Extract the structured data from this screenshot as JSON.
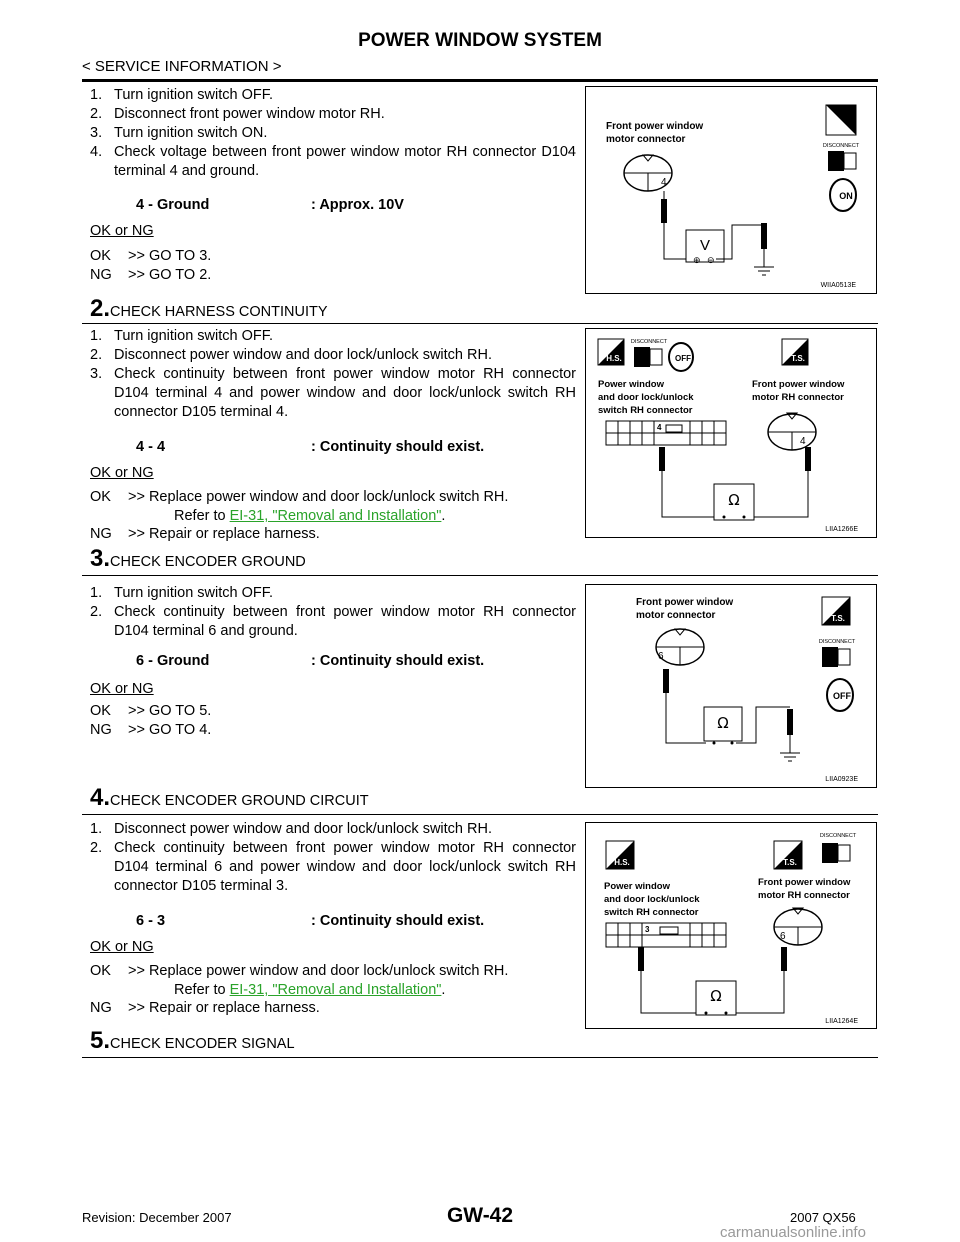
{
  "header": {
    "title": "POWER WINDOW SYSTEM",
    "section": "< SERVICE INFORMATION >"
  },
  "block1": {
    "steps": [
      {
        "n": "1.",
        "t": "Turn ignition switch OFF."
      },
      {
        "n": "2.",
        "t": "Disconnect front power window motor RH."
      },
      {
        "n": "3.",
        "t": "Turn ignition switch ON."
      },
      {
        "n": "4.",
        "t": "Check voltage between front power window motor RH connector D104 terminal 4 and  ground."
      }
    ],
    "spec_label": "4 - Ground",
    "spec_value": ": Approx. 10V",
    "okng": "OK or NG",
    "ok": {
      "k": "OK",
      "v": ">> GO TO 3."
    },
    "ng": {
      "k": "NG",
      "v": ">> GO TO 2."
    },
    "fig": {
      "label1": "Front power window",
      "label2": "motor connector",
      "pin": "4",
      "meter": "V",
      "code": "WIIA0513E",
      "ts": "T.S.",
      "disconnect": "DISCONNECT",
      "key": "ON"
    }
  },
  "block2": {
    "num": "2.",
    "title": "CHECK HARNESS CONTINUITY",
    "steps": [
      {
        "n": "1.",
        "t": "Turn ignition switch OFF."
      },
      {
        "n": "2.",
        "t": "Disconnect power window and door lock/unlock switch RH."
      },
      {
        "n": "3.",
        "t": "Check continuity between front power window motor RH connector D104 terminal 4 and power window and door lock/unlock switch RH connector D105 terminal 4."
      }
    ],
    "spec_label": "4 - 4",
    "spec_value": ": Continuity should exist.",
    "okng": "OK or NG",
    "ok": {
      "k": "OK",
      "v": ">> Replace power window and door lock/unlock switch RH."
    },
    "ok_refer": "Refer to ",
    "ok_link": "EI-31, \"Removal and Installation\"",
    "ng": {
      "k": "NG",
      "v": ">> Repair or replace harness."
    },
    "fig": {
      "hs": "H.S.",
      "ts": "T.S.",
      "disconnect": "DISCONNECT",
      "key": "OFF",
      "l1": "Power window",
      "l2": "and door lock/unlock",
      "l3": "switch RH connector",
      "r1": "Front power window",
      "r2": "motor RH connector",
      "pin_a": "4",
      "pin_b": "4",
      "meter": "Ω",
      "code": "LIIA1266E"
    }
  },
  "block3": {
    "num": "3.",
    "title": "CHECK ENCODER GROUND",
    "steps": [
      {
        "n": "1.",
        "t": "Turn ignition switch OFF."
      },
      {
        "n": "2.",
        "t": "Check continuity between front power window motor RH connector D104 terminal 6 and ground."
      }
    ],
    "spec_label": "6 - Ground",
    "spec_value": ": Continuity should exist.",
    "okng": "OK or NG",
    "ok": {
      "k": "OK",
      "v": ">> GO TO 5."
    },
    "ng": {
      "k": "NG",
      "v": ">> GO TO 4."
    },
    "fig": {
      "label1": "Front power window",
      "label2": "motor connector",
      "pin": "6",
      "meter": "Ω",
      "code": "LIIA0923E",
      "ts": "T.S.",
      "disconnect": "DISCONNECT",
      "key": "OFF"
    }
  },
  "block4": {
    "num": "4.",
    "title": "CHECK ENCODER GROUND CIRCUIT",
    "steps": [
      {
        "n": "1.",
        "t": "Disconnect power window and door lock/unlock switch RH."
      },
      {
        "n": "2.",
        "t": "Check continuity between front power window motor RH connector D104 terminal 6 and power window and door lock/unlock switch RH connector D105 terminal 3."
      }
    ],
    "spec_label": "6 - 3",
    "spec_value": ": Continuity should exist.",
    "okng": "OK or NG",
    "ok": {
      "k": "OK",
      "v": ">> Replace power window and door lock/unlock switch RH."
    },
    "ok_refer": "Refer to ",
    "ok_link": "EI-31, \"Removal and Installation\"",
    "ng": {
      "k": "NG",
      "v": ">> Repair or replace harness."
    },
    "fig": {
      "hs": "H.S.",
      "ts": "T.S.",
      "disconnect": "DISCONNECT",
      "l1": "Power window",
      "l2": "and door lock/unlock",
      "l3": "switch RH connector",
      "r1": "Front power window",
      "r2": "motor RH connector",
      "pin_a": "3",
      "pin_b": "6",
      "meter": "Ω",
      "code": "LIIA1264E"
    }
  },
  "block5": {
    "num": "5.",
    "title": "CHECK ENCODER SIGNAL"
  },
  "footer": {
    "revision": "Revision: December 2007",
    "page": "GW-42",
    "model": "2007 QX56",
    "watermark": "carmanualsonline.info"
  }
}
